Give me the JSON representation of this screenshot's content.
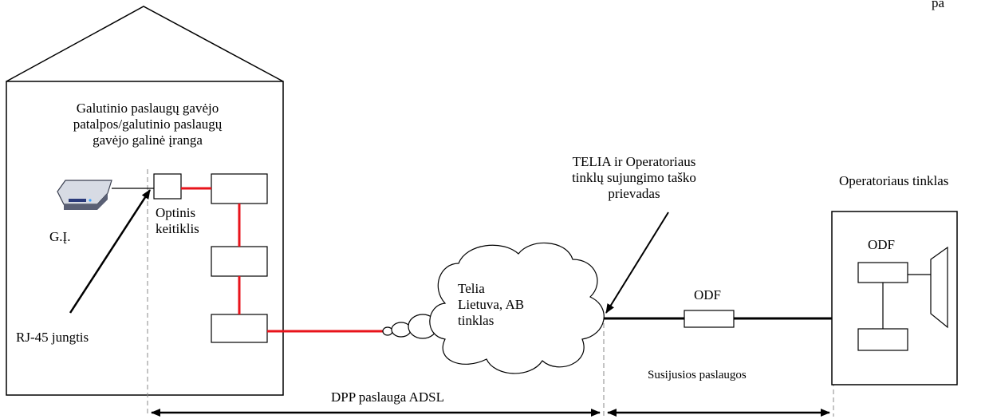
{
  "corner_text": "pa",
  "premises": {
    "title_lines": [
      "Galutinio paslaugų gavėjo",
      "patalpos/galutinio paslaugų",
      "gavėjo galinė įranga"
    ]
  },
  "device_label": "G.Į.",
  "converter_label_lines": [
    "Optinis",
    "keitiklis"
  ],
  "connector_label": "RJ-45 jungtis",
  "interconnect_label_lines": [
    "TELIA ir Operatoriaus",
    "tinklų sujungimo taško",
    "prievadas"
  ],
  "operator_network_label": "Operatoriaus tinklas",
  "cloud_label_lines": [
    "Telia",
    "Lietuva, AB",
    "tinklas"
  ],
  "odf_link_label": "ODF",
  "odf_operator_label": "ODF",
  "related_services_label": "Susijusios paslaugos",
  "dpp_label": "DPP paslauga ADSL",
  "colors": {
    "fiber": "#e8131b",
    "line": "#000000",
    "guide": "#8a8a8a"
  }
}
